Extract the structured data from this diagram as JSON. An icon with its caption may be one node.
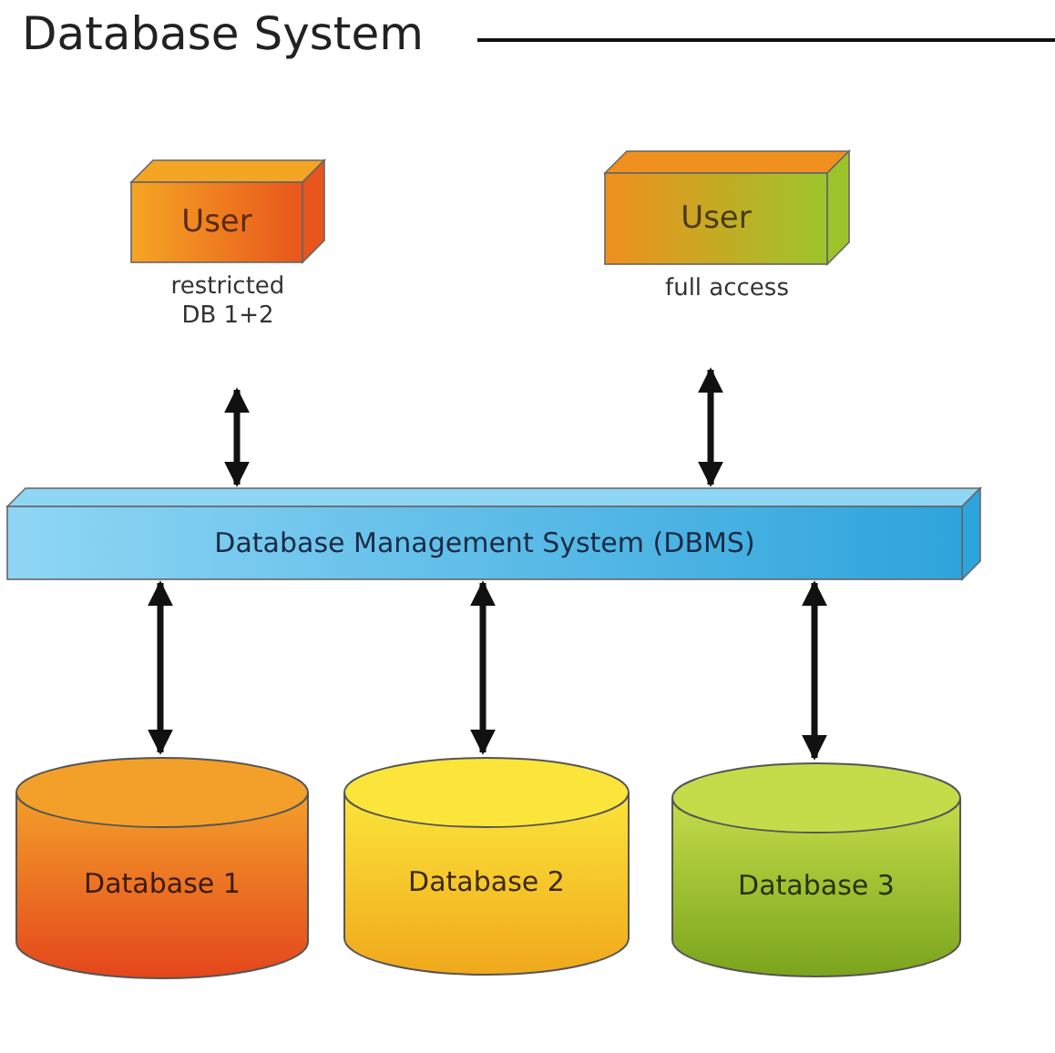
{
  "diagram": {
    "title": "Database System",
    "nodes": [
      {
        "text": [
          "User"
        ],
        "beside": [
          "restricted DB 1+2"
        ]
      },
      {
        "text": [
          "User"
        ],
        "beside": [
          "full access"
        ]
      },
      {
        "text": [
          "Database Management System (DBMS)"
        ]
      },
      {
        "text": [
          "Database 1"
        ]
      },
      {
        "text": [
          "Database 2"
        ]
      },
      {
        "text": [
          "Database 3"
        ]
      }
    ],
    "edges": [
      {
        "from": 0,
        "to": 2,
        "arrow": "both"
      },
      {
        "from": 1,
        "to": 2,
        "arrow": "both"
      },
      {
        "from": 2,
        "to": 3,
        "arrow": "both"
      },
      {
        "from": 2,
        "to": 4,
        "arrow": "both"
      },
      {
        "from": 2,
        "to": 5,
        "arrow": "both"
      }
    ]
  }
}
